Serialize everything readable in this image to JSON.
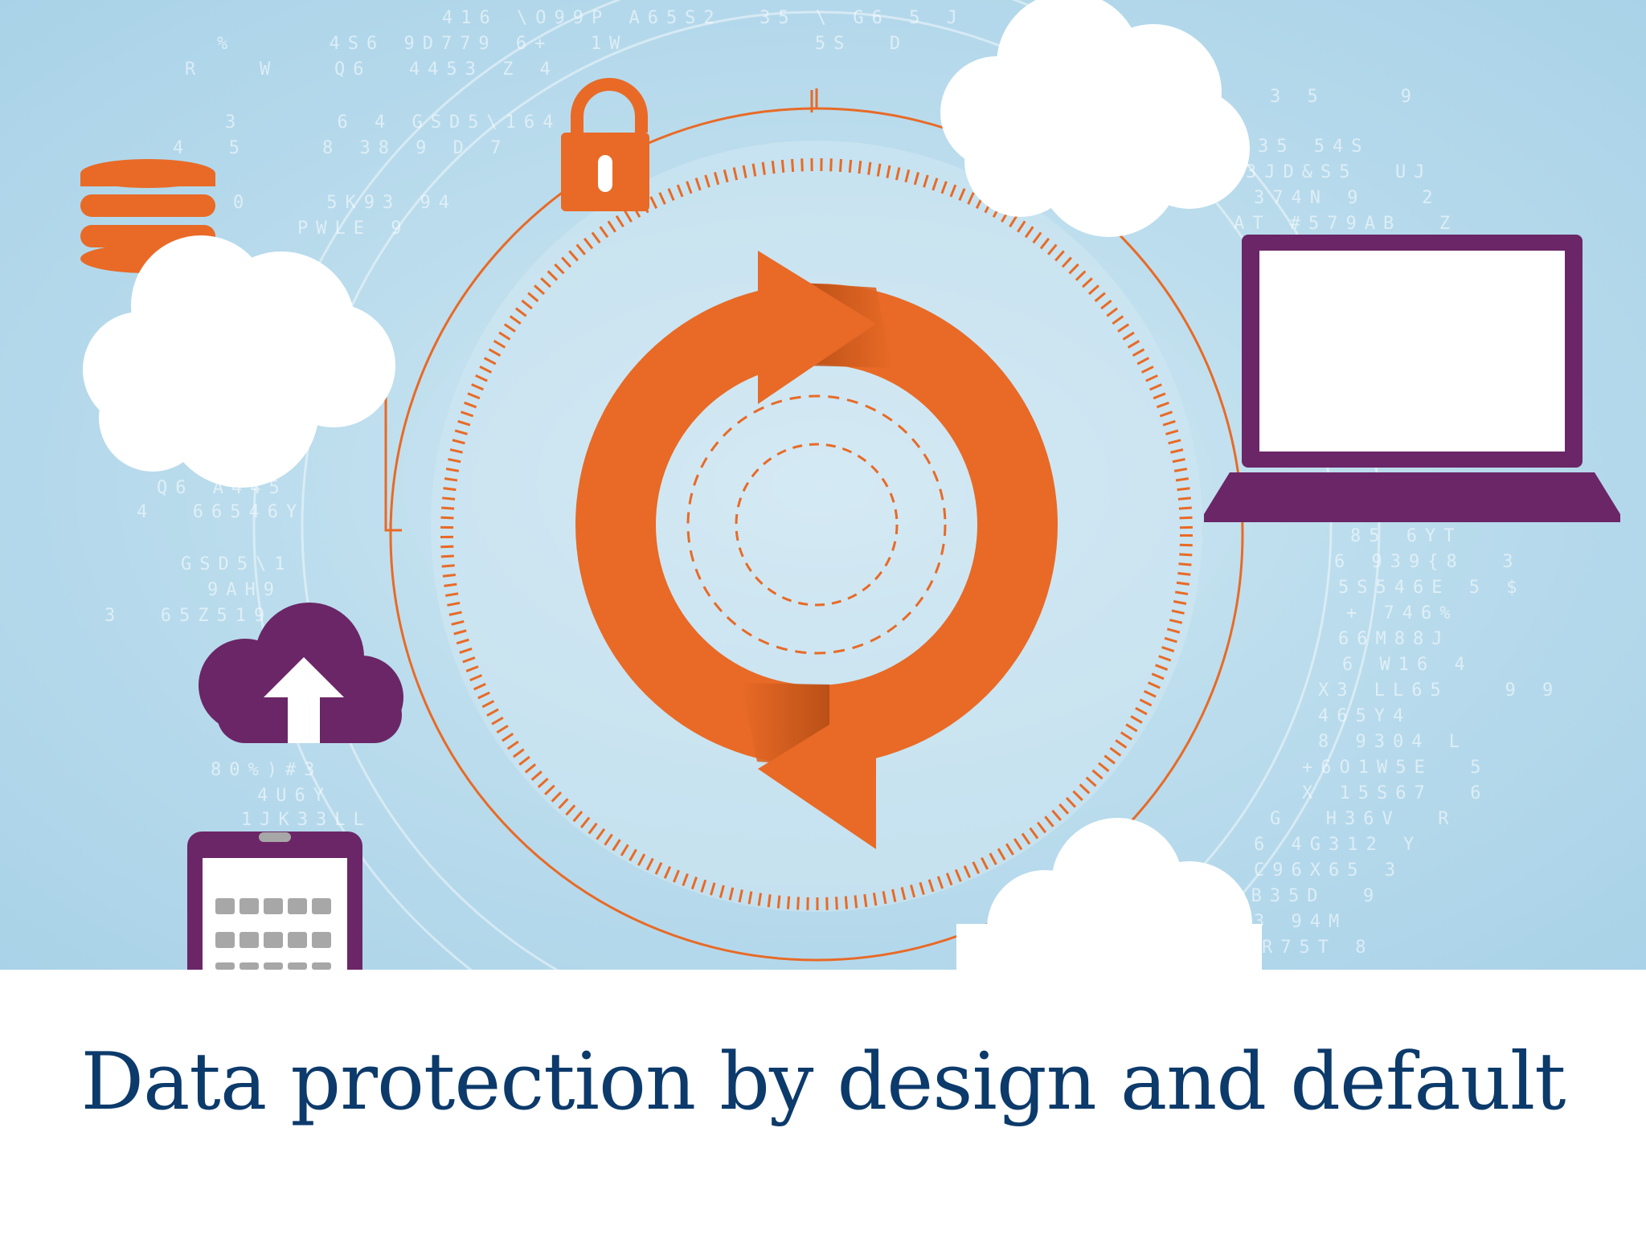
{
  "caption": {
    "text": "Data protection by design and default"
  },
  "colors": {
    "sky": "#b6d9ec",
    "orange": "#e86a26",
    "purple": "#6b2667",
    "navy": "#0c3a6b",
    "white": "#ffffff"
  },
  "icons": {
    "center": "sync-arrows-icon",
    "top": "padlock-icon",
    "top-left": "database-icon",
    "left": "cloud-upload-icon",
    "right": "laptop-icon",
    "bottom-left": "tablet-icon"
  },
  "background_glyphs": [
    "416 \\O99P A65S2  35 \\ G6 5 J   K 3L",
    "%     4S6 9D779 6+  1W          5S  D",
    "R   W   Q6  4453 Z 4",
    "3     6 4 GSD5\\164",
    "4  5    8 38 9 D 7",
    "0    5K93 94",
    "PWLE 9",
    "Q6 A445",
    "4  66546Y",
    "GSD5\\1",
    "9AH9",
    "3  65Z519",
    "80%)#3",
    "4U6Y",
    "1JK33LL",
    "3 5    9",
    "35 54S",
    "3JD&S5  UJ",
    "374N 9   2",
    "AT #579AB  Z",
    "85 6YT",
    "6 939{8  3",
    "5S546E 5 $",
    "+ 746%",
    "66M88J",
    "6 W16 4",
    "X3 LL65   9 9",
    "465Y4",
    "8 9304 L",
    "+6O1W5E  5",
    "X 15S67  6",
    "G  H36V  R",
    "6 4G312 Y",
    "C96X65 3",
    "21B35D  9",
    "3 94M",
    "R75T 8"
  ]
}
